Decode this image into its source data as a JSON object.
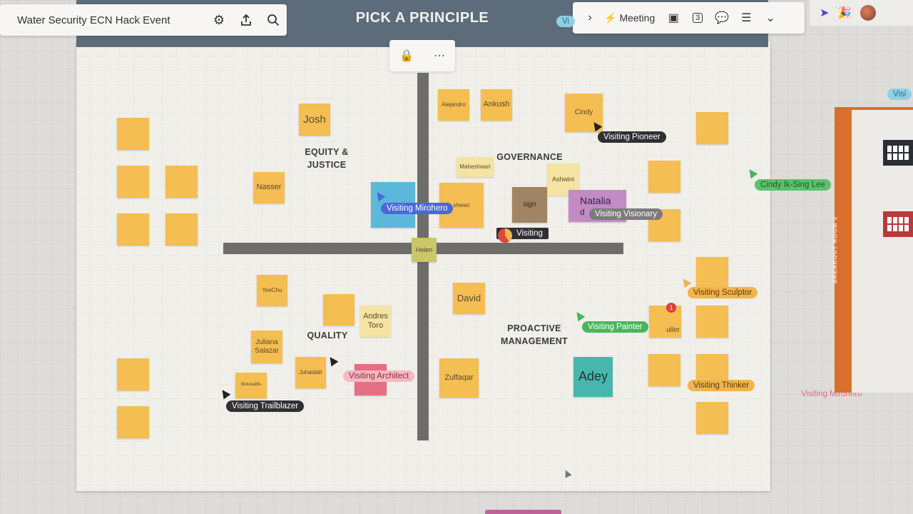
{
  "board": {
    "name": "Water Security ECN Hack Event",
    "frame_title": "PICK A PRINCIPLE"
  },
  "toolbar": {
    "meeting_label": "Meeting",
    "page_indicator": "3"
  },
  "quadrants": {
    "top_left": [
      "EQUITY &",
      "JUSTICE"
    ],
    "top_right": "GOVERNANCE",
    "bottom_left": "QUALITY",
    "bottom_right": [
      "PROACTIVE",
      "MANAGEMENT"
    ]
  },
  "stickies": {
    "josh": "Josh",
    "nasser": "Nasser",
    "alejandro": "Alejandro",
    "ankush": "Ankush",
    "cindy": "Cindy",
    "maheshwari": "Maheshwari",
    "ashwini": "Ashwini",
    "natalia": "Natalia",
    "natalia_sub": "d",
    "helen": "Helen",
    "yeechu": "YeeChu",
    "andres": "Andres Toro",
    "juliana": "Juliana Salazar",
    "juhaidah": "Juhaidah",
    "boluwatife": "Boluwatife",
    "david": "David",
    "zulfaqar": "Zulfaqar",
    "adey": "Adey",
    "muller": "uller",
    "blue_note": "",
    "center_note": "shwari",
    "brown_note": "sign"
  },
  "cursors": {
    "pioneer": "Visiting Pioneer",
    "mirohero": "Visiting Mirohero",
    "visionary": "Visiting Visionary",
    "visiting": "Visiting",
    "sculptor": "Visiting Sculptor",
    "painter": "Visiting Painter",
    "architect": "Visiting Architect",
    "trailblazer": "Visiting Trailblazer",
    "thinker": "Visiting Thinker",
    "mirohero_right": "Visiting Mirohero",
    "cindy_lee": "Cindy Ik-Sing Lee",
    "vis_top": "Vi",
    "vis_edge": "Visi"
  },
  "breakout": {
    "label": "BREAKOUT ROOM 3"
  },
  "comment_count": "1"
}
